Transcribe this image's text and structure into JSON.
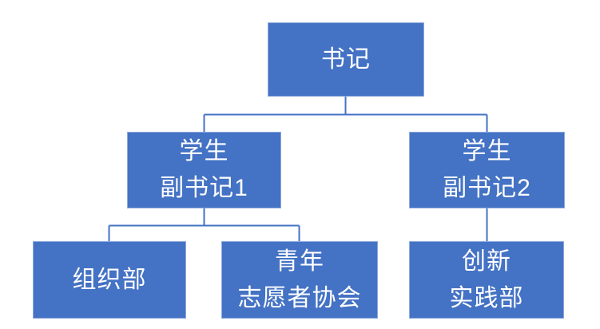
{
  "diagram": {
    "type": "org-chart",
    "background_color": "#FFFFFF",
    "node_fill_color": "#4472C4",
    "node_border_color": "#8FAADC",
    "node_text_color": "#FFFFFF",
    "connector_color": "#4472C4",
    "nodes": [
      {
        "id": "secretary",
        "lines": [
          "书记"
        ]
      },
      {
        "id": "student-deputy-secretary-1",
        "lines": [
          "学生",
          "副书记1"
        ]
      },
      {
        "id": "student-deputy-secretary-2",
        "lines": [
          "学生",
          "副书记2"
        ]
      },
      {
        "id": "organization-department",
        "lines": [
          "组织部"
        ]
      },
      {
        "id": "youth-volunteers-association",
        "lines": [
          "青年",
          "志愿者协会"
        ]
      },
      {
        "id": "innovation-practice-department",
        "lines": [
          "创新",
          "实践部"
        ]
      }
    ],
    "edges": [
      {
        "from": "secretary",
        "to": "student-deputy-secretary-1"
      },
      {
        "from": "secretary",
        "to": "student-deputy-secretary-2"
      },
      {
        "from": "student-deputy-secretary-1",
        "to": "organization-department"
      },
      {
        "from": "student-deputy-secretary-1",
        "to": "youth-volunteers-association"
      },
      {
        "from": "student-deputy-secretary-2",
        "to": "innovation-practice-department"
      }
    ]
  }
}
